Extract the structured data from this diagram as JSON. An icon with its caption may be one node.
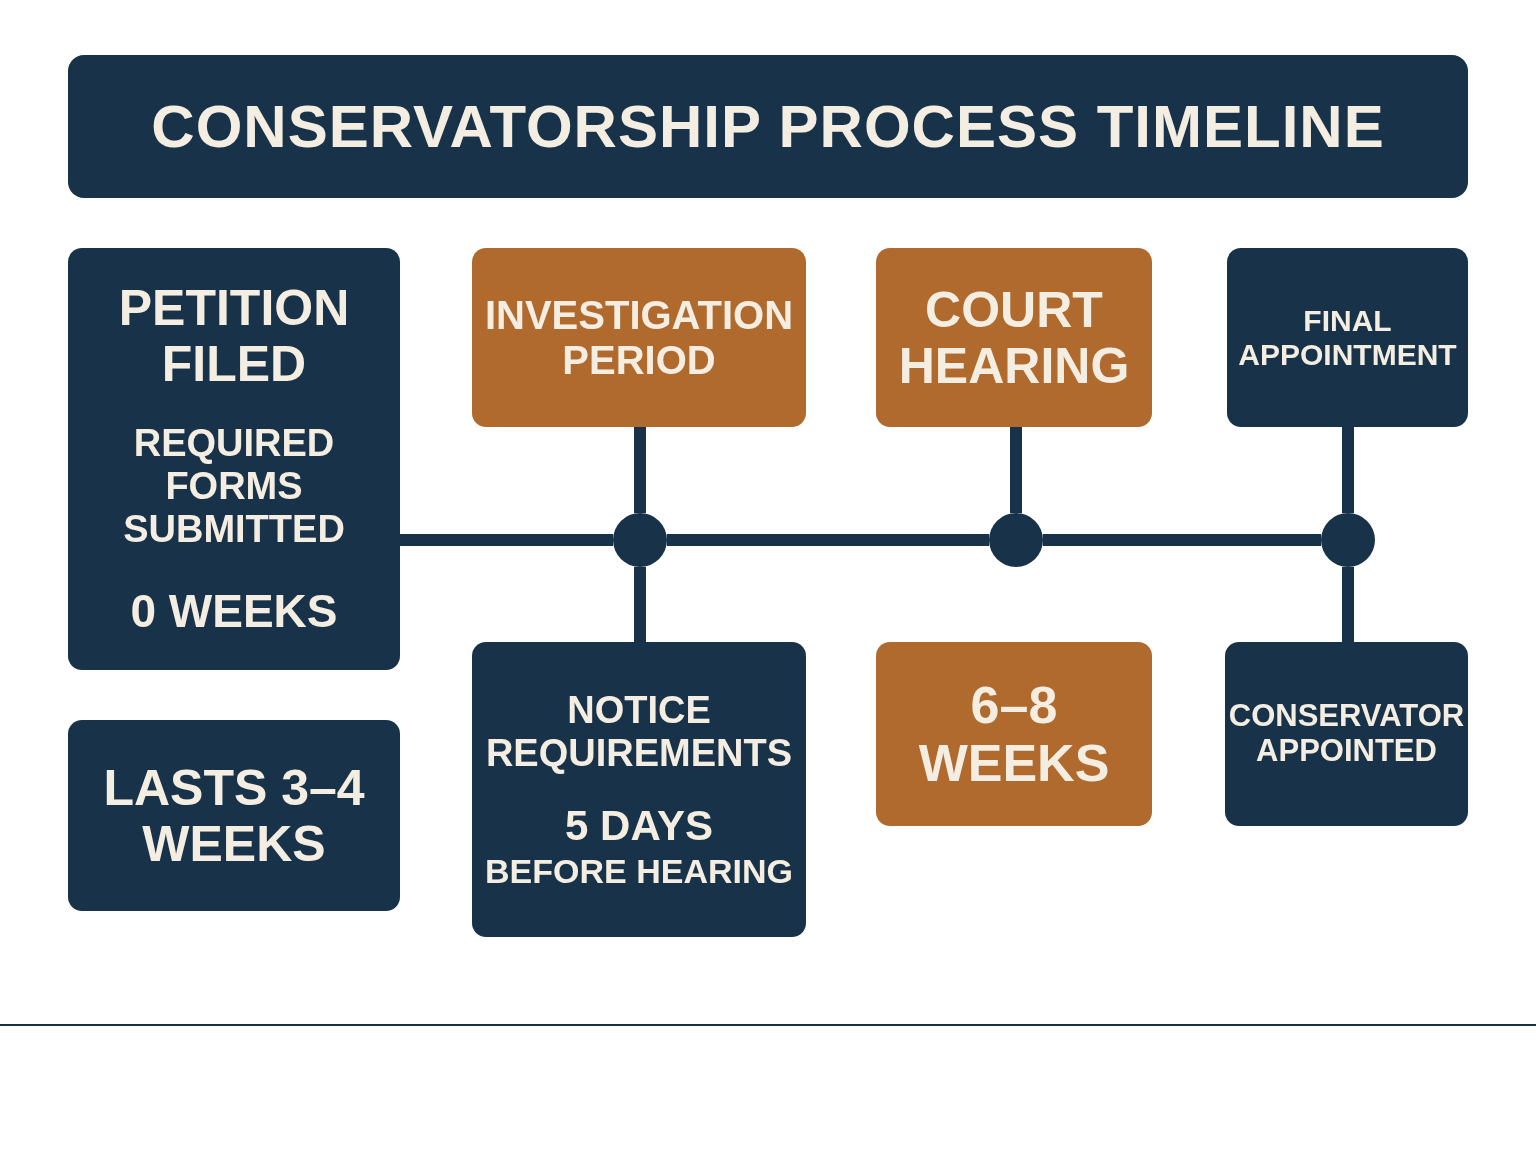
{
  "diagram": {
    "title": "CONSERVATORSHIP PROCESS TIMELINE",
    "nodes": [
      {
        "text": [
          "PETITION FILED",
          "REQUIRED FORMS SUBMITTED",
          "0 WEEKS"
        ]
      },
      {
        "text": [
          "INVESTIGATION PERIOD"
        ]
      },
      {
        "text": [
          "COURT HEARING"
        ]
      },
      {
        "text": [
          "FINAL APPOINTMENT"
        ]
      },
      {
        "text": [
          "LASTS 3–4 WEEKS"
        ]
      },
      {
        "text": [
          "NOTICE REQUIREMENTS",
          "5 DAYS",
          "BEFORE HEARING"
        ]
      },
      {
        "text": [
          "6–8 WEEKS"
        ]
      },
      {
        "text": [
          "CONSERVATOR APPOINTED"
        ]
      },
      {
        "text": [],
        "shape": "circle"
      },
      {
        "text": [],
        "shape": "circle"
      },
      {
        "text": [],
        "shape": "circle"
      }
    ],
    "edges": [
      {
        "from": 0,
        "to": 8,
        "arrow": "none"
      },
      {
        "from": 8,
        "to": 9,
        "arrow": "none"
      },
      {
        "from": 9,
        "to": 10,
        "arrow": "none"
      },
      {
        "from": 1,
        "to": 8,
        "arrow": "none"
      },
      {
        "from": 8,
        "to": 5,
        "arrow": "none"
      },
      {
        "from": 2,
        "to": 9,
        "arrow": "none"
      },
      {
        "from": 3,
        "to": 10,
        "arrow": "none"
      },
      {
        "from": 10,
        "to": 7,
        "arrow": "none"
      }
    ]
  }
}
